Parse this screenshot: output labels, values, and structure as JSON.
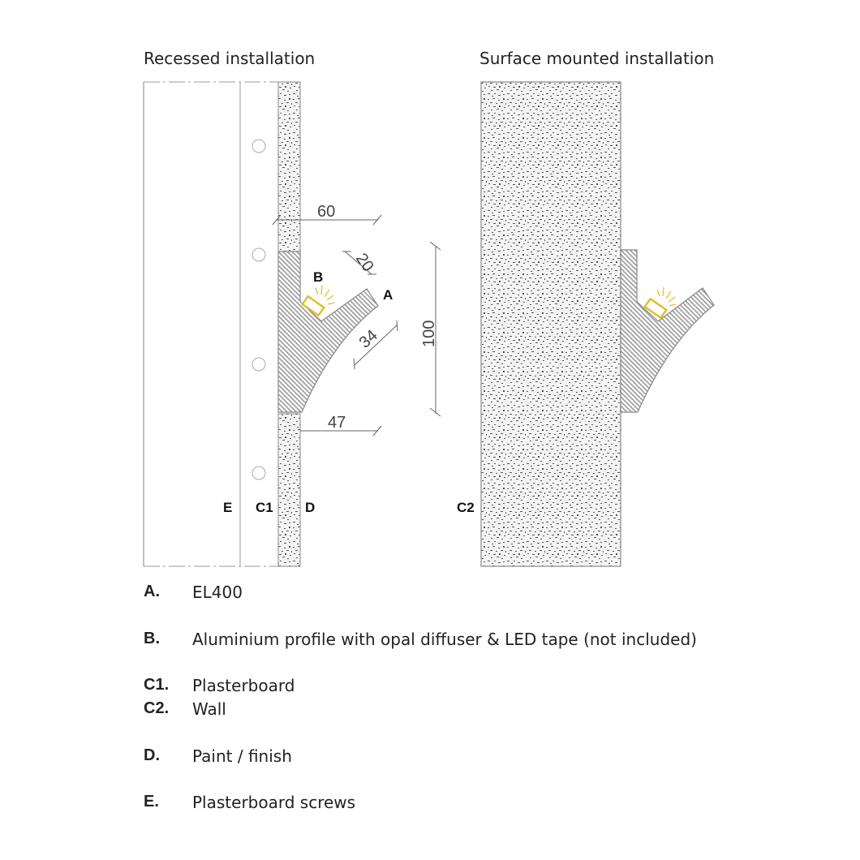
{
  "titles": {
    "recessed": "Recessed installation",
    "surface": "Surface mounted installation"
  },
  "dimensions": {
    "d60": "60",
    "d20": "20",
    "d34": "34",
    "d100": "100",
    "d47": "47"
  },
  "labels": {
    "a": "A",
    "b": "B",
    "e": "E",
    "c1": "C1",
    "d": "D",
    "c2": "C2"
  },
  "legend": [
    {
      "key": "A.",
      "text": "EL400"
    },
    {
      "key": "B.",
      "text": "Aluminium profile with opal diffuser & LED tape (not included)"
    },
    {
      "key": "C1.",
      "text": "Plasterboard"
    },
    {
      "key": "C2.",
      "text": "Wall"
    },
    {
      "key": "D.",
      "text": "Paint / finish"
    },
    {
      "key": "E.",
      "text": "Plasterboard screws"
    }
  ],
  "colors": {
    "led": "#e0c030",
    "line": "#888888"
  }
}
